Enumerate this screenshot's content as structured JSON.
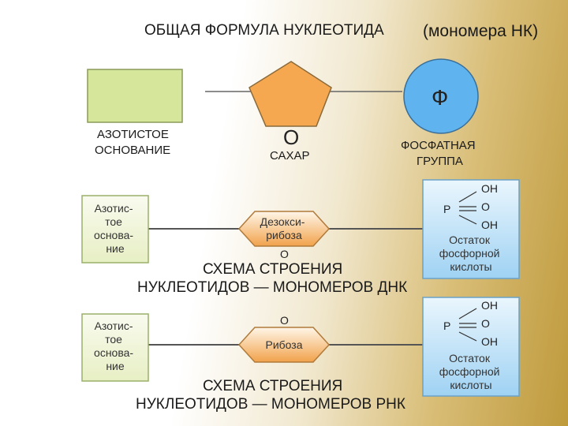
{
  "title": {
    "main": "ОБЩАЯ ФОРМУЛА НУКЛЕОТИДА",
    "paren": "(мономера НК)"
  },
  "general": {
    "base_label": [
      "АЗОТИСТОЕ",
      "ОСНОВАНИЕ"
    ],
    "sugar_label": "САХАР",
    "sugar_oxygen": "O",
    "phosphate_symbol": "Ф",
    "phosphate_label": [
      "ФОСФАТНАЯ",
      "ГРУППА"
    ]
  },
  "dna": {
    "base_text": [
      "Азотис-",
      "тое",
      "основа-",
      "ние"
    ],
    "sugar_text": [
      "Дезокси-",
      "рибоза"
    ],
    "sugar_oxygen": "O",
    "phosphate": {
      "p": "P",
      "groups": [
        "OH",
        "O",
        "OH"
      ],
      "label": [
        "Остаток",
        "фосфорной",
        "кислоты"
      ]
    },
    "caption": [
      "СХЕМА СТРОЕНИЯ",
      "НУКЛЕОТИДОВ — МОНОМЕРОВ ДНК"
    ]
  },
  "rna": {
    "base_text": [
      "Азотис-",
      "тое",
      "основа-",
      "ние"
    ],
    "sugar_text": [
      "Рибоза"
    ],
    "sugar_oxygen": "O",
    "phosphate": {
      "p": "P",
      "groups": [
        "OH",
        "O",
        "OH"
      ],
      "label": [
        "Остаток",
        "фосфорной",
        "кислоты"
      ]
    },
    "caption": [
      "СХЕМА СТРОЕНИЯ",
      "НУКЛЕОТИДОВ — МОНОМЕРОВ РНК"
    ]
  },
  "colors": {
    "base_fill": "#d6e69b",
    "sugar_fill": "#f5a850",
    "phosphate_fill": "#5fb4f0",
    "box_fill_light": "#f3f7df",
    "phosphate_box_top": "#eaf6fd",
    "phosphate_box_bottom": "#9fd2f3"
  }
}
